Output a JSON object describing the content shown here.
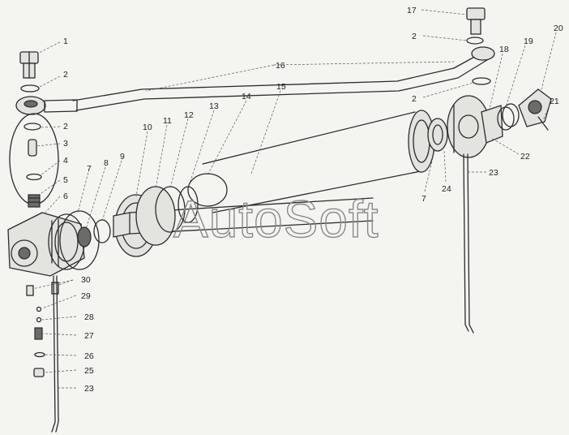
{
  "watermark": "AutoSoft",
  "callouts": [
    {
      "id": "c1",
      "text": "1"
    },
    {
      "id": "c2a",
      "text": "2"
    },
    {
      "id": "c2b",
      "text": "2"
    },
    {
      "id": "c3",
      "text": "3"
    },
    {
      "id": "c4",
      "text": "4"
    },
    {
      "id": "c5",
      "text": "5"
    },
    {
      "id": "c6",
      "text": "6"
    },
    {
      "id": "c7a",
      "text": "7"
    },
    {
      "id": "c8",
      "text": "8"
    },
    {
      "id": "c9",
      "text": "9"
    },
    {
      "id": "c10",
      "text": "10"
    },
    {
      "id": "c11",
      "text": "11"
    },
    {
      "id": "c12",
      "text": "12"
    },
    {
      "id": "c13",
      "text": "13"
    },
    {
      "id": "c14",
      "text": "14"
    },
    {
      "id": "c15",
      "text": "15"
    },
    {
      "id": "c16",
      "text": "16"
    },
    {
      "id": "c17",
      "text": "17"
    },
    {
      "id": "c2c",
      "text": "2"
    },
    {
      "id": "c2d",
      "text": "2"
    },
    {
      "id": "c18",
      "text": "18"
    },
    {
      "id": "c19",
      "text": "19"
    },
    {
      "id": "c20",
      "text": "20"
    },
    {
      "id": "c21",
      "text": "21"
    },
    {
      "id": "c22",
      "text": "22"
    },
    {
      "id": "c23a",
      "text": "23"
    },
    {
      "id": "c24",
      "text": "24"
    },
    {
      "id": "c7b",
      "text": "7"
    },
    {
      "id": "c30",
      "text": "30"
    },
    {
      "id": "c29",
      "text": "29"
    },
    {
      "id": "c28",
      "text": "28"
    },
    {
      "id": "c27",
      "text": "27"
    },
    {
      "id": "c26",
      "text": "26"
    },
    {
      "id": "c25",
      "text": "25"
    },
    {
      "id": "c23b",
      "text": "23"
    }
  ]
}
